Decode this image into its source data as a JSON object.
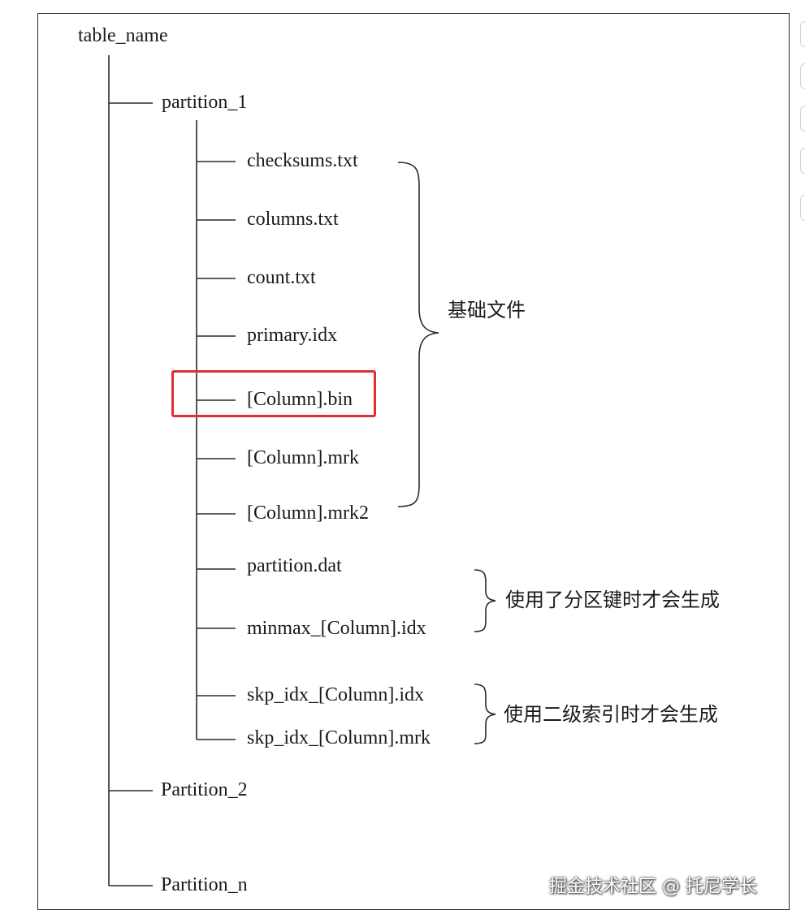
{
  "tree": {
    "root": "table_name",
    "partition_1": "partition_1",
    "files": [
      "checksums.txt",
      "columns.txt",
      "count.txt",
      "primary.idx",
      "[Column].bin",
      "[Column].mrk",
      "[Column].mrk2",
      "partition.dat",
      "minmax_[Column].idx",
      "skp_idx_[Column].idx",
      "skp_idx_[Column].mrk"
    ],
    "partition_2": "Partition_2",
    "partition_n": "Partition_n"
  },
  "groups": {
    "basic_files": "基础文件",
    "partition_key": "使用了分区键时才会生成",
    "secondary_index": "使用二级索引时才会生成"
  },
  "highlight": {
    "color": "#e0302d",
    "target": "[Column].bin"
  },
  "watermark": "掘金技术社区 @ 托尼学长"
}
